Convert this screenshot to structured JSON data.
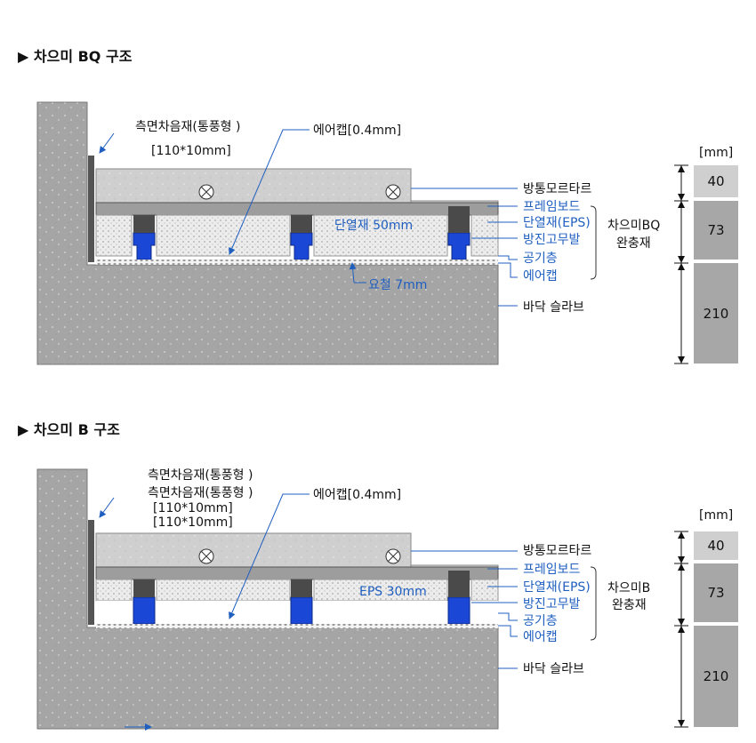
{
  "sections": [
    {
      "title": "▶ 차으미  BQ 구조",
      "side_label_1": "측면차음재(통풍형 )",
      "side_label_2": "[110*10mm]",
      "aircap_label": "에어캡[0.4mm]",
      "inner_label": "단열재 50mm",
      "bottom_label": "요철 7mm",
      "layers": [
        "방통모르타르",
        "프레임보드",
        "단열재(EPS)",
        "방진고무발",
        "공기층",
        "에어캡",
        "바닥 슬라브"
      ],
      "group_label_1": "차으미BQ",
      "group_label_2": "완충재",
      "unit": "[mm]",
      "dims": [
        "40",
        "73",
        "210"
      ]
    },
    {
      "title": "▶ 차으미 B 구조",
      "side_label_1": "측면차음재(통풍형 )",
      "side_label_1b": "측면차음재(통풍형 )",
      "side_label_2": "[110*10mm]",
      "side_label_2b": "[110*10mm]",
      "aircap_label": "에어캡[0.4mm]",
      "inner_label": "EPS 30mm",
      "layers": [
        "방통모르타르",
        "프레임보드",
        "단열재(EPS)",
        "방진고무발",
        "공기층",
        "에어캡",
        "바닥 슬라브"
      ],
      "group_label_1": "차으미B",
      "group_label_2": "완충재",
      "unit": "[mm]",
      "dims": [
        "40",
        "73",
        "210"
      ]
    }
  ],
  "colors": {
    "concrete": "#a3a3a3",
    "mortar": "#b4b4b4",
    "eps": "#e6e6e6",
    "rubber": "#1a47d6",
    "leader": "#1f5fc0"
  }
}
